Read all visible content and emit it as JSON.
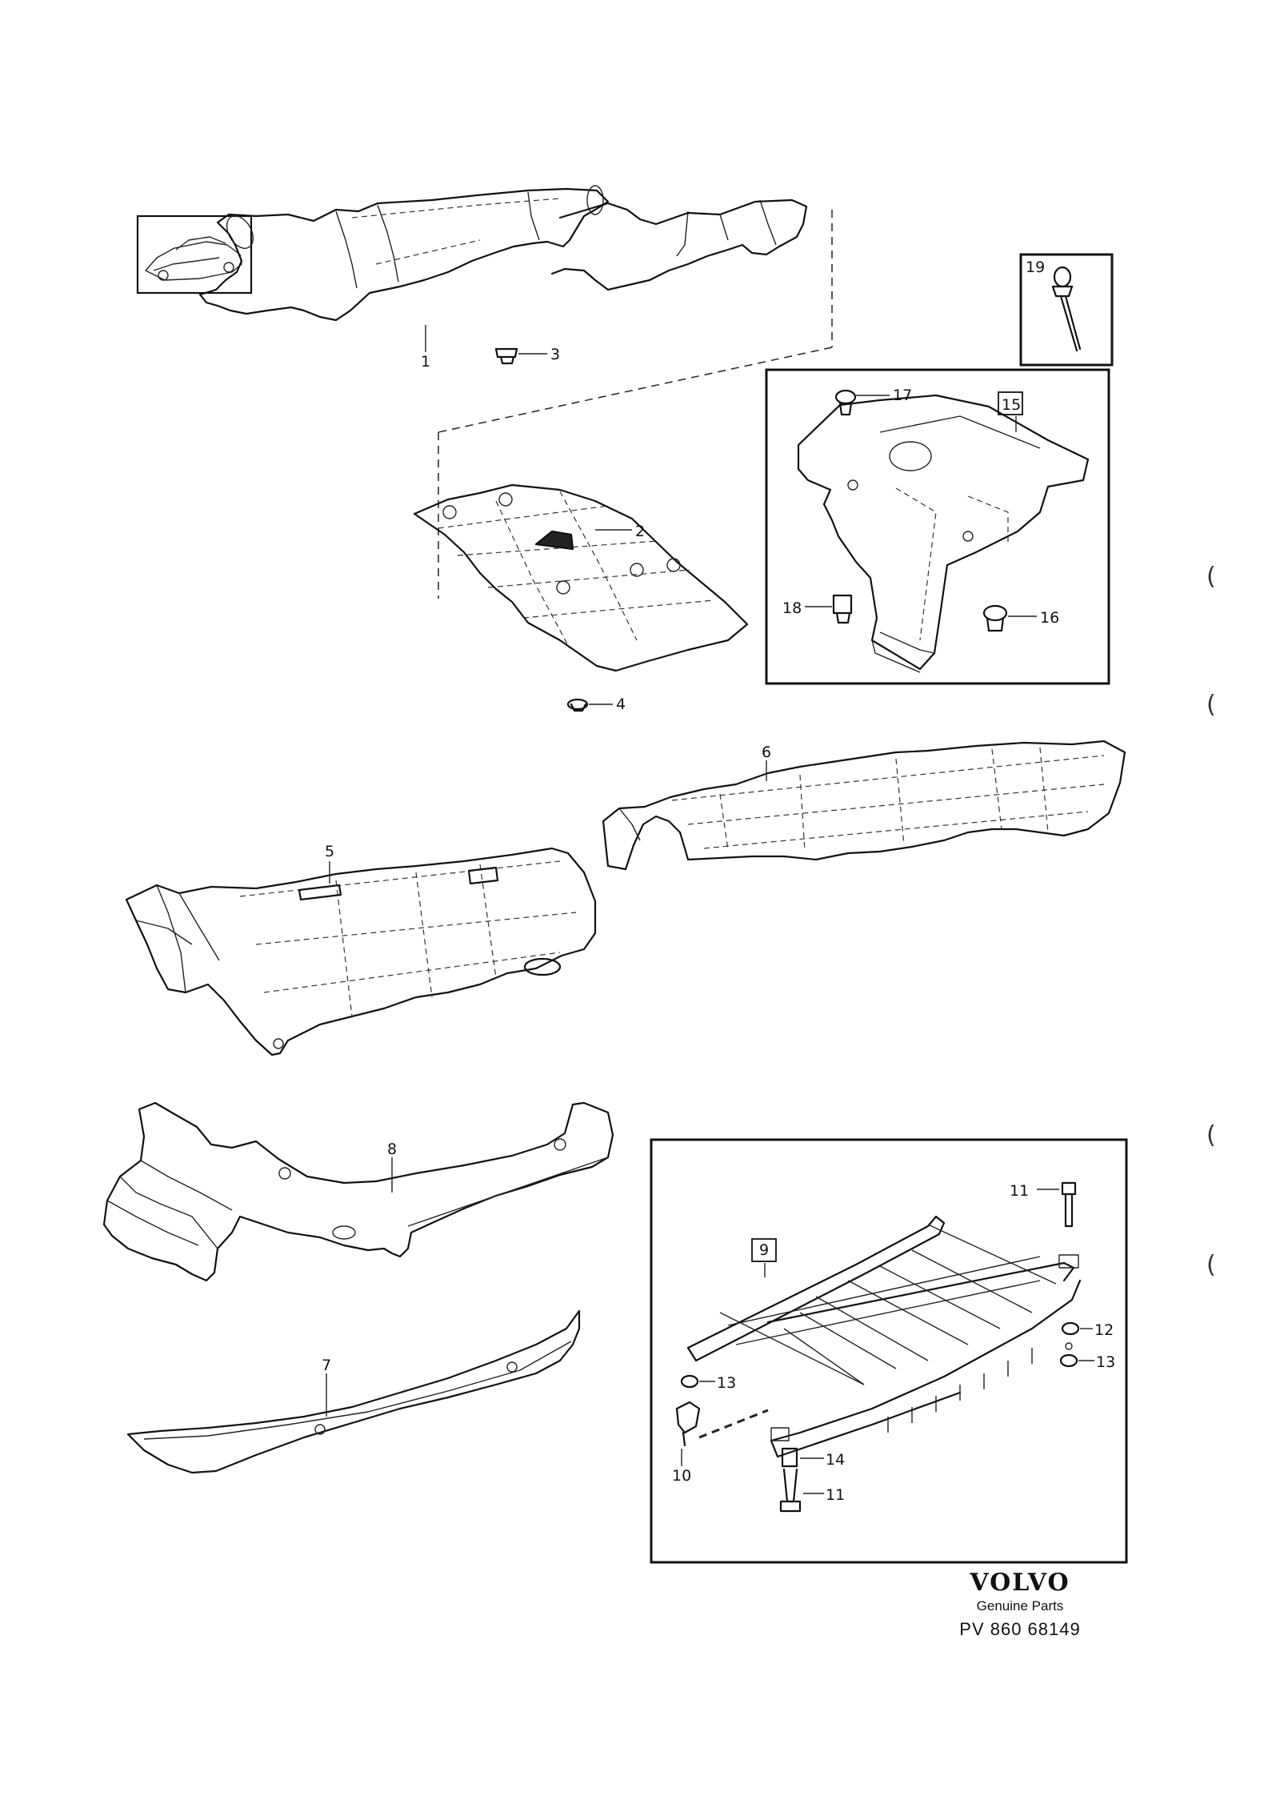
{
  "callouts": {
    "c1": "1",
    "c2": "2",
    "c3": "3",
    "c4": "4",
    "c5": "5",
    "c6": "6",
    "c7": "7",
    "c8": "8",
    "c9": "9",
    "c10": "10",
    "c11a": "11",
    "c11b": "11",
    "c12": "12",
    "c13a": "13",
    "c13b": "13",
    "c14": "14",
    "c15": "15",
    "c16": "16",
    "c17": "17",
    "c18": "18",
    "c19": "19"
  },
  "side_marks": [
    "(",
    "(",
    "(",
    "("
  ],
  "footer": {
    "brand": "VOLVO",
    "tagline": "Genuine Parts",
    "code": "PV 860 68149"
  }
}
